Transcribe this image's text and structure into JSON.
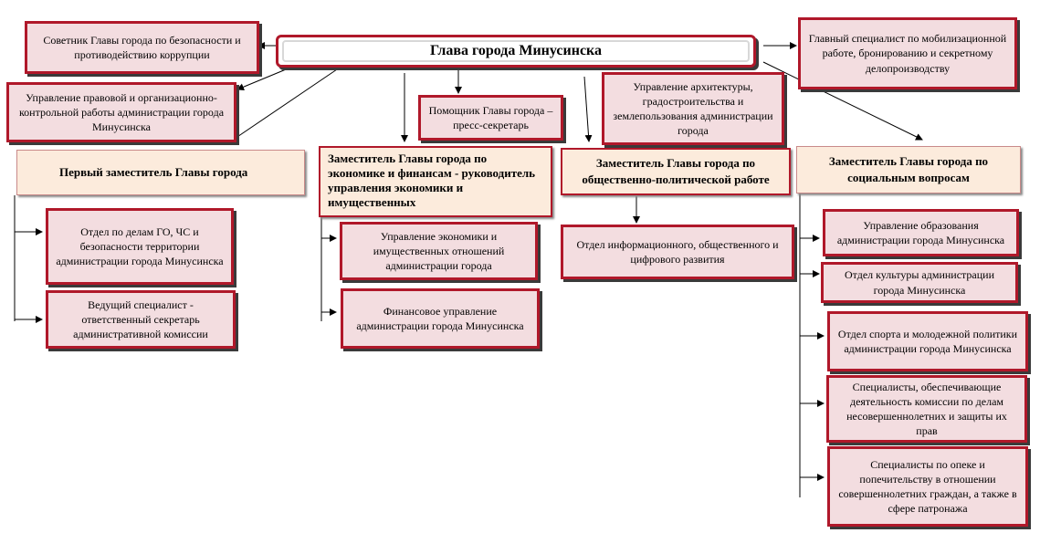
{
  "head": "Глава города Минусинска",
  "top": {
    "advisor": "Советник Главы города по безопасности и противодействию коррупции",
    "legal": "Управление правовой и организационно-контрольной работы администрации города Минусинска",
    "assistant": "Помощник Главы города – пресс-секретарь",
    "architecture": "Управление архитектуры, градостроительства и землепользования администрации города",
    "mobilization": "Главный специалист по мобилизационной работе, бронированию и секретному делопроизводству"
  },
  "deputies": {
    "first": "Первый заместитель Главы города",
    "economy": "Заместитель Главы города по экономике и финансам - руководитель управления экономики и имущественных",
    "political": "Заместитель Главы города по общественно-политической работе",
    "social": "Заместитель Главы города по социальным вопросам"
  },
  "first_units": [
    "Отдел по делам ГО, ЧС и безопасности территории администрации города Минусинска",
    "Ведущий специалист - ответственный секретарь административной комиссии"
  ],
  "economy_units": [
    "Управление экономики и имущественных отношений администрации города",
    "Финансовое управление администрации города Минусинска"
  ],
  "political_units": [
    "Отдел информационного, общественного и цифрового развития"
  ],
  "social_units": [
    "Управление образования администрации города Минусинска",
    "Отдел культуры администрации города Минусинска",
    "Отдел спорта и молодежной политики администрации города Минусинска",
    "Специалисты, обеспечивающие деятельность комиссии по делам несовершеннолетних и защиты их прав",
    "Специалисты по опеке и попечительству в отношении совершеннолетних граждан, а также в сфере патронажа"
  ]
}
